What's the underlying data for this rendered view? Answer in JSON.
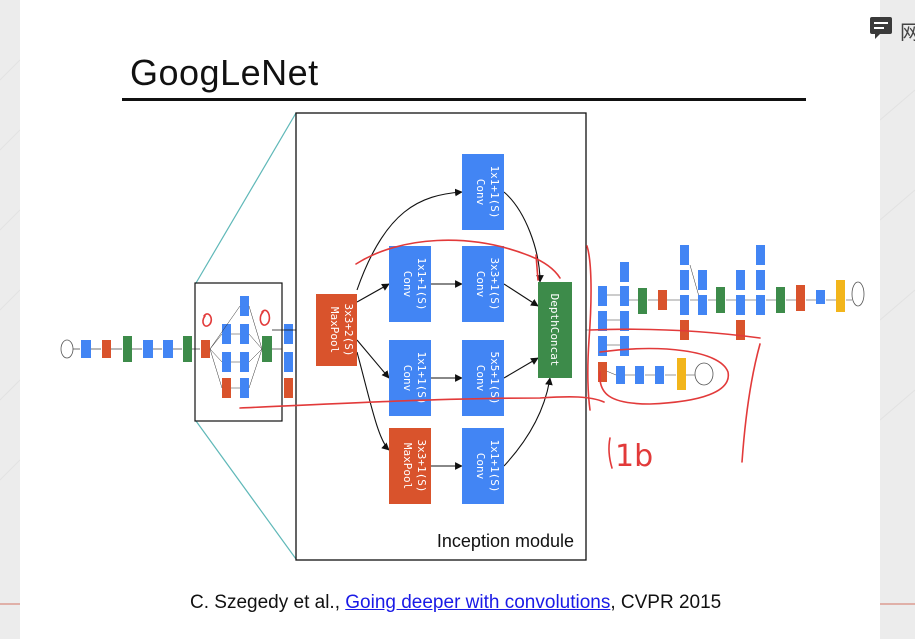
{
  "slide": {
    "title": "GoogLeNet",
    "inception_label": "Inception module",
    "annotation": "1b",
    "citation": {
      "prefix": "C. Szegedy et al., ",
      "link": "Going deeper with convolutions",
      "suffix": ", CVPR 2015"
    },
    "top_right_char": "网"
  },
  "colors": {
    "conv": "#4285f4",
    "maxpool": "#d9532c",
    "concat": "#3d8b4a",
    "softmax": "#f2b51b",
    "pen": "#e23a3a",
    "zoom_lines": "#5fb8b8"
  },
  "inception_nodes": [
    {
      "id": "maxpool-in",
      "type": "maxpool",
      "lines": [
        "MaxPool",
        "3x3+2(S)"
      ]
    },
    {
      "id": "conv-1x1-top",
      "type": "conv",
      "lines": [
        "Conv",
        "1x1+1(S)"
      ]
    },
    {
      "id": "conv-1x1-a",
      "type": "conv",
      "lines": [
        "Conv",
        "1x1+1(S)"
      ]
    },
    {
      "id": "conv-3x3",
      "type": "conv",
      "lines": [
        "Conv",
        "3x3+1(S)"
      ]
    },
    {
      "id": "conv-1x1-b",
      "type": "conv",
      "lines": [
        "Conv",
        "1x1+1(S)"
      ]
    },
    {
      "id": "conv-5x5",
      "type": "conv",
      "lines": [
        "Conv",
        "5x5+1(S)"
      ]
    },
    {
      "id": "maxpool-3x3",
      "type": "maxpool",
      "lines": [
        "MaxPool",
        "3x3+1(S)"
      ]
    },
    {
      "id": "conv-1x1-c",
      "type": "conv",
      "lines": [
        "Conv",
        "1x1+1(S)"
      ]
    },
    {
      "id": "depthconcat",
      "type": "concat",
      "lines": [
        "DepthConcat"
      ]
    }
  ]
}
